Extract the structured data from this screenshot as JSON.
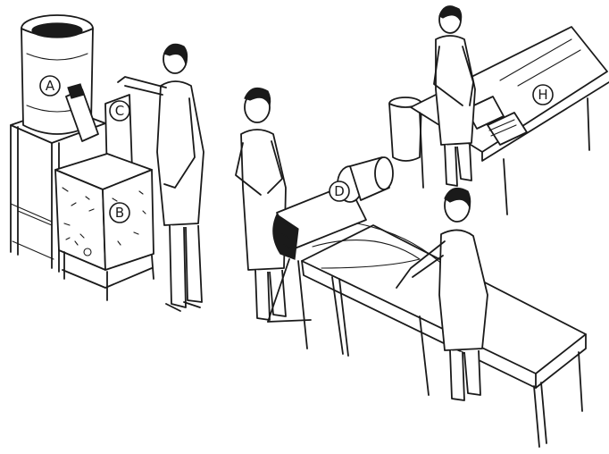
{
  "labels": {
    "a": "A",
    "b": "B",
    "c": "C",
    "d": "D",
    "h": "H"
  }
}
